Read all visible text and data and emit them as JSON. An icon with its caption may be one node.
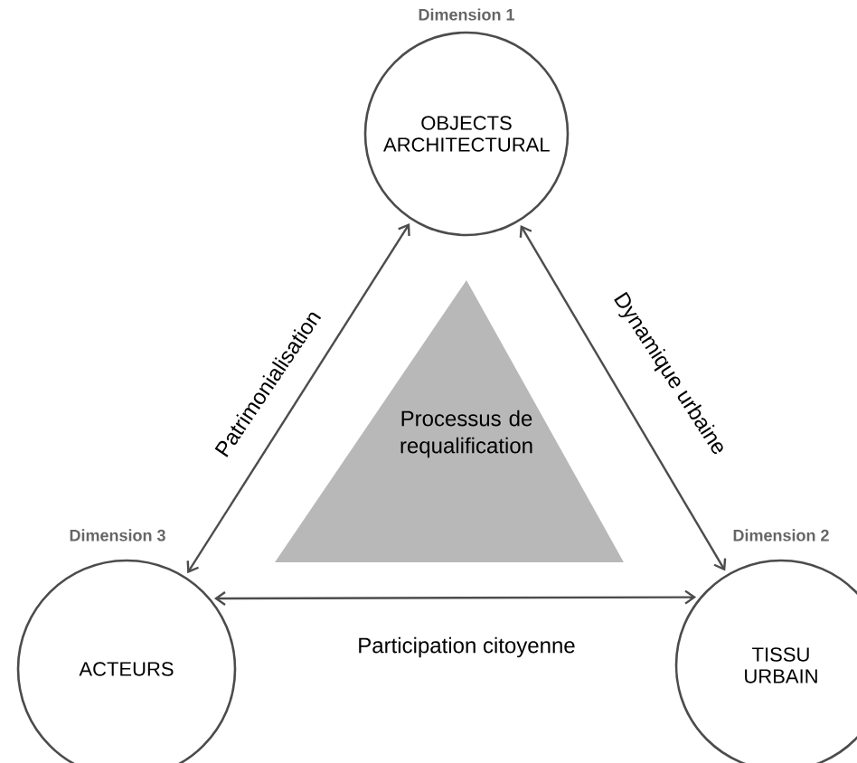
{
  "diagram": {
    "nodes": [
      {
        "text": [
          "OBJECTS ARCHITECTURAL"
        ],
        "beside": [
          "Dimension 1"
        ]
      },
      {
        "text": [
          "Processus de requalification"
        ]
      },
      {
        "text": [
          "ACTEURS"
        ],
        "beside": [
          "Dimension 3"
        ]
      },
      {
        "text": [
          "TISSU URBAIN"
        ],
        "beside": [
          "Dimension 2"
        ]
      }
    ],
    "edges": [
      {
        "from": 2,
        "to": 0,
        "arrow": "both",
        "label": "Patrimonialisation"
      },
      {
        "from": 0,
        "to": 3,
        "arrow": "both",
        "label": "Dynamique urbaine"
      },
      {
        "from": 2,
        "to": 3,
        "arrow": "both",
        "label": "Participation citoyenne"
      }
    ]
  }
}
